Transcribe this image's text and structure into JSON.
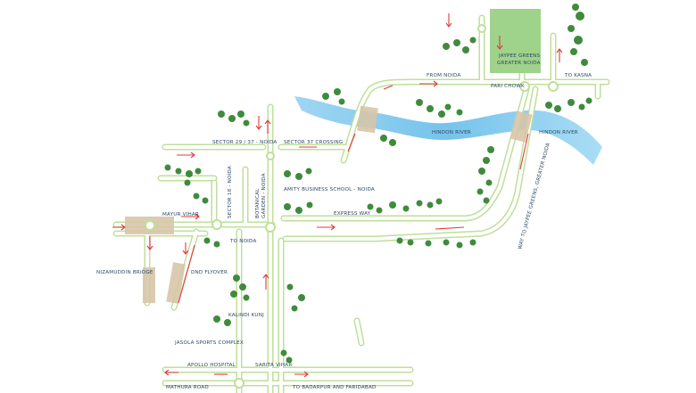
{
  "labels": {
    "from_noida": "FROM NOIDA",
    "pari_chowk": "PARI CHOWK",
    "to_kasna": "TO KASNA",
    "jaypee_greens_1": "JAYPEE GREENS",
    "jaypee_greens_2": "GREATER NOIDA",
    "hindon_river_1": "HINDON RIVER",
    "hindon_river_2": "HINDON RIVER",
    "sector_29_37": "SECTOR 29 / 37 - NOIDA",
    "sector_37_crossing": "SECTOR 37 CROSSING",
    "amity": "AMITY BUSINESS SCHOOL - NOIDA",
    "express_way": "EXPRESS WAY",
    "botanical_1": "BOTANICAL",
    "botanical_2": "GARDEN - NOIDA",
    "sector_18": "SECTOR 18 - NOIDA",
    "mayur_vihar": "MAYUR VIHAR",
    "to_noida": "TO NOIDA",
    "nizamuddin_bridge": "NIZAMUDDIN BRIDGE",
    "dnd_flyover": "DND FLYOVER",
    "kalindi_kunj": "KALINDI KUNJ",
    "jasola": "JASOLA SPORTS COMPLEX",
    "apollo": "APOLLO HOSPITAL",
    "sarita_vihar": "SARITA VIHAR",
    "mathura_road": "MATHURA ROAD",
    "to_badarpur": "TO BADARPUR AND FARIDABAD",
    "way_to_jaypee": "WAY TO JAYPEE GREENS, GREATER NOIDA"
  },
  "colors": {
    "road": "#bfdf9a",
    "river": "#7cc5ec",
    "arrow": "#e23b3b",
    "tree": "#3f8b3d",
    "bridge": "#d7c6a8",
    "greens_block": "#9fd28a",
    "label": "#2f4a66"
  }
}
